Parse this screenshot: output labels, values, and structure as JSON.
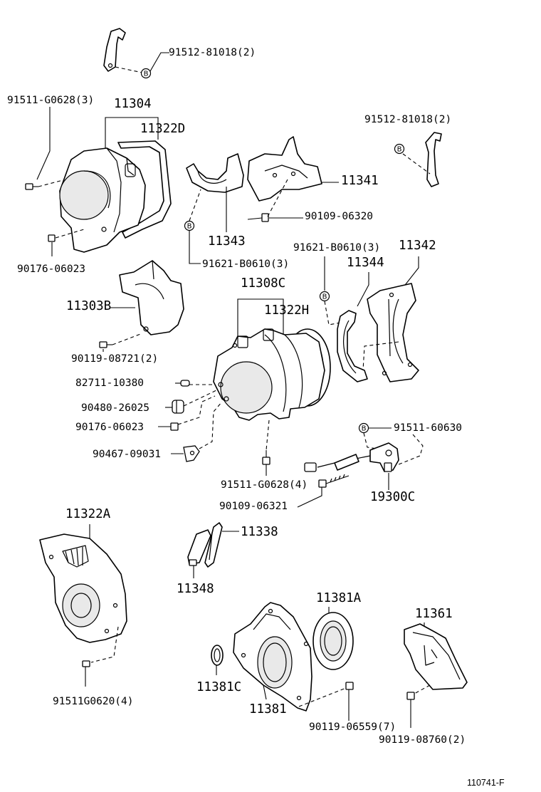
{
  "diagram": {
    "figure_code": "110741-F",
    "callout_mark": "B",
    "labels": {
      "p_91512_81018_top": "91512-81018(2)",
      "p_91511_G0628_3": "91511-G0628(3)",
      "p_11304": "11304",
      "p_11322D": "11322D",
      "p_91512_81018_right": "91512-81018(2)",
      "p_11341": "11341",
      "p_90109_06320": "90109-06320",
      "p_11343": "11343",
      "p_90176_06023_top": "90176-06023",
      "p_91621_B0610_left": "91621-B0610(3)",
      "p_91621_B0610_right": "91621-B0610(3)",
      "p_11342": "11342",
      "p_11344": "11344",
      "p_11308C": "11308C",
      "p_11303B": "11303B",
      "p_11322H": "11322H",
      "p_90119_08721": "90119-08721(2)",
      "p_82711_10380": "82711-10380",
      "p_90480_26025": "90480-26025",
      "p_90176_06023_mid": "90176-06023",
      "p_91511_60630": "91511-60630",
      "p_90467_09031": "90467-09031",
      "p_91511_G0628_4": "91511-G0628(4)",
      "p_90109_06321": "90109-06321",
      "p_19300C": "19300C",
      "p_11322A": "11322A",
      "p_11338": "11338",
      "p_11348": "11348",
      "p_11381A": "11381A",
      "p_11361": "11361",
      "p_11381C": "11381C",
      "p_11381": "11381",
      "p_91511G0620": "91511G0620(4)",
      "p_90119_06559": "90119-06559(7)",
      "p_90119_08760": "90119-08760(2)"
    }
  }
}
